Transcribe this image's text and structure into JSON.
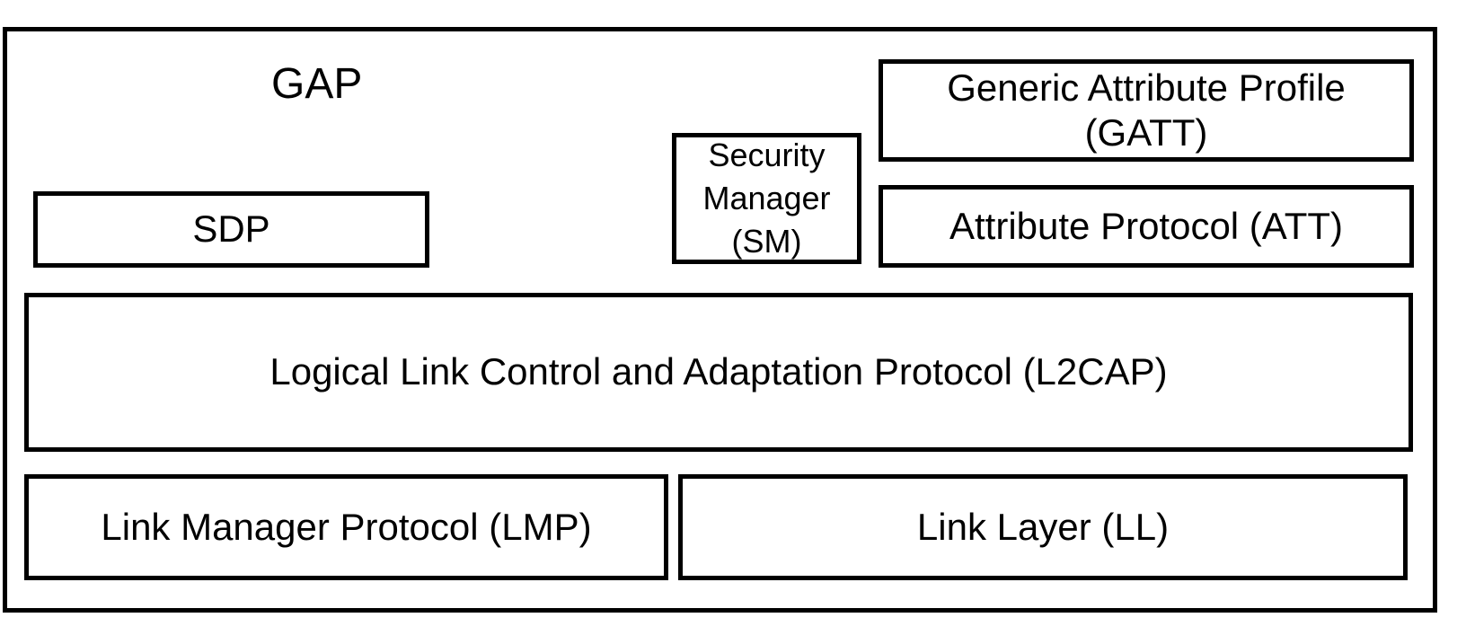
{
  "diagram": {
    "type": "block-diagram",
    "outer_label": "GAP",
    "boxes": {
      "gatt": "Generic Attribute Profile\n(GATT)",
      "security_manager": "Security\nManager\n(SM)",
      "sdp": "SDP",
      "att": "Attribute Protocol (ATT)",
      "l2cap": "Logical Link Control and Adaptation Protocol (L2CAP)",
      "lmp": "Link Manager Protocol (LMP)",
      "link_layer": "Link Layer (LL)"
    },
    "colors": {
      "border": "#000000",
      "background": "#ffffff",
      "text": "#000000"
    }
  }
}
